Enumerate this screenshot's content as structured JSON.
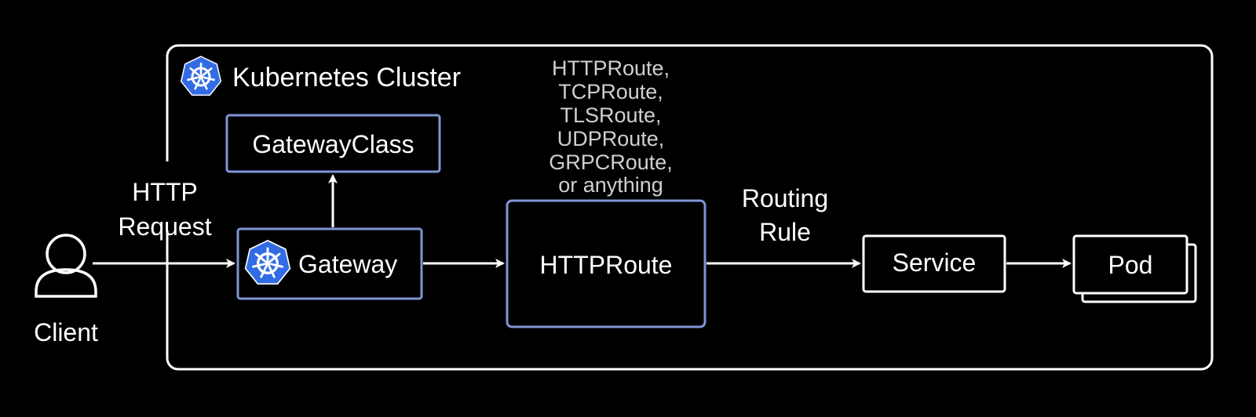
{
  "cluster": {
    "label": "Kubernetes Cluster",
    "icon": "kubernetes-helm-icon"
  },
  "client": {
    "label": "Client",
    "icon": "person-icon"
  },
  "request": {
    "line1": "HTTP",
    "line2": "Request"
  },
  "nodes": {
    "gatewayclass": "GatewayClass",
    "gateway": "Gateway",
    "httproute": "HTTPRoute",
    "service": "Service",
    "pod": "Pod"
  },
  "route_types": [
    "HTTPRoute,",
    "TCPRoute,",
    "TLSRoute,",
    "UDPRoute,",
    "GRPCRoute,",
    "or anything"
  ],
  "routing": {
    "line1": "Routing",
    "line2": "Rule"
  },
  "colors": {
    "background": "#000000",
    "foreground": "#ffffff",
    "accent_border": "#7f96d6",
    "route_types_text": "#cfcfcf",
    "kubernetes_blue": "#326ce5"
  }
}
